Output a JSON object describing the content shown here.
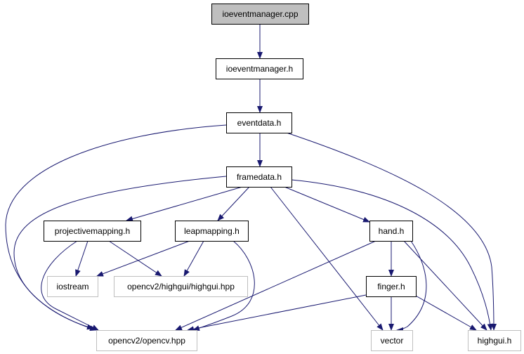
{
  "colors": {
    "edge": "#191970",
    "root_fill": "#bfbfbf",
    "node_border": "#000000",
    "external_border": "#bfbfbf",
    "background": "#ffffff"
  },
  "nodes": [
    {
      "id": "ioeventmanager_cpp",
      "label": "ioeventmanager.cpp",
      "kind": "root"
    },
    {
      "id": "ioeventmanager_h",
      "label": "ioeventmanager.h",
      "kind": "file"
    },
    {
      "id": "eventdata_h",
      "label": "eventdata.h",
      "kind": "file"
    },
    {
      "id": "framedata_h",
      "label": "framedata.h",
      "kind": "file"
    },
    {
      "id": "projectivemapping_h",
      "label": "projectivemapping.h",
      "kind": "file"
    },
    {
      "id": "leapmapping_h",
      "label": "leapmapping.h",
      "kind": "file"
    },
    {
      "id": "hand_h",
      "label": "hand.h",
      "kind": "file"
    },
    {
      "id": "iostream",
      "label": "iostream",
      "kind": "external"
    },
    {
      "id": "opencv2_highgui_highgui_hpp",
      "label": "opencv2/highgui/highgui.hpp",
      "kind": "external"
    },
    {
      "id": "finger_h",
      "label": "finger.h",
      "kind": "file"
    },
    {
      "id": "opencv2_opencv_hpp",
      "label": "opencv2/opencv.hpp",
      "kind": "external"
    },
    {
      "id": "vector",
      "label": "vector",
      "kind": "external"
    },
    {
      "id": "highgui_h",
      "label": "highgui.h",
      "kind": "external"
    }
  ],
  "edges": [
    {
      "from": "ioeventmanager_cpp",
      "to": "ioeventmanager_h"
    },
    {
      "from": "ioeventmanager_h",
      "to": "eventdata_h"
    },
    {
      "from": "eventdata_h",
      "to": "framedata_h"
    },
    {
      "from": "eventdata_h",
      "to": "opencv2_opencv_hpp"
    },
    {
      "from": "eventdata_h",
      "to": "highgui_h"
    },
    {
      "from": "framedata_h",
      "to": "projectivemapping_h"
    },
    {
      "from": "framedata_h",
      "to": "leapmapping_h"
    },
    {
      "from": "framedata_h",
      "to": "hand_h"
    },
    {
      "from": "framedata_h",
      "to": "opencv2_opencv_hpp"
    },
    {
      "from": "framedata_h",
      "to": "vector"
    },
    {
      "from": "framedata_h",
      "to": "highgui_h"
    },
    {
      "from": "projectivemapping_h",
      "to": "iostream"
    },
    {
      "from": "projectivemapping_h",
      "to": "opencv2_highgui_highgui_hpp"
    },
    {
      "from": "projectivemapping_h",
      "to": "opencv2_opencv_hpp"
    },
    {
      "from": "leapmapping_h",
      "to": "iostream"
    },
    {
      "from": "leapmapping_h",
      "to": "opencv2_highgui_highgui_hpp"
    },
    {
      "from": "leapmapping_h",
      "to": "opencv2_opencv_hpp"
    },
    {
      "from": "hand_h",
      "to": "finger_h"
    },
    {
      "from": "hand_h",
      "to": "opencv2_opencv_hpp"
    },
    {
      "from": "hand_h",
      "to": "vector"
    },
    {
      "from": "hand_h",
      "to": "highgui_h"
    },
    {
      "from": "finger_h",
      "to": "opencv2_opencv_hpp"
    },
    {
      "from": "finger_h",
      "to": "vector"
    },
    {
      "from": "finger_h",
      "to": "highgui_h"
    }
  ]
}
